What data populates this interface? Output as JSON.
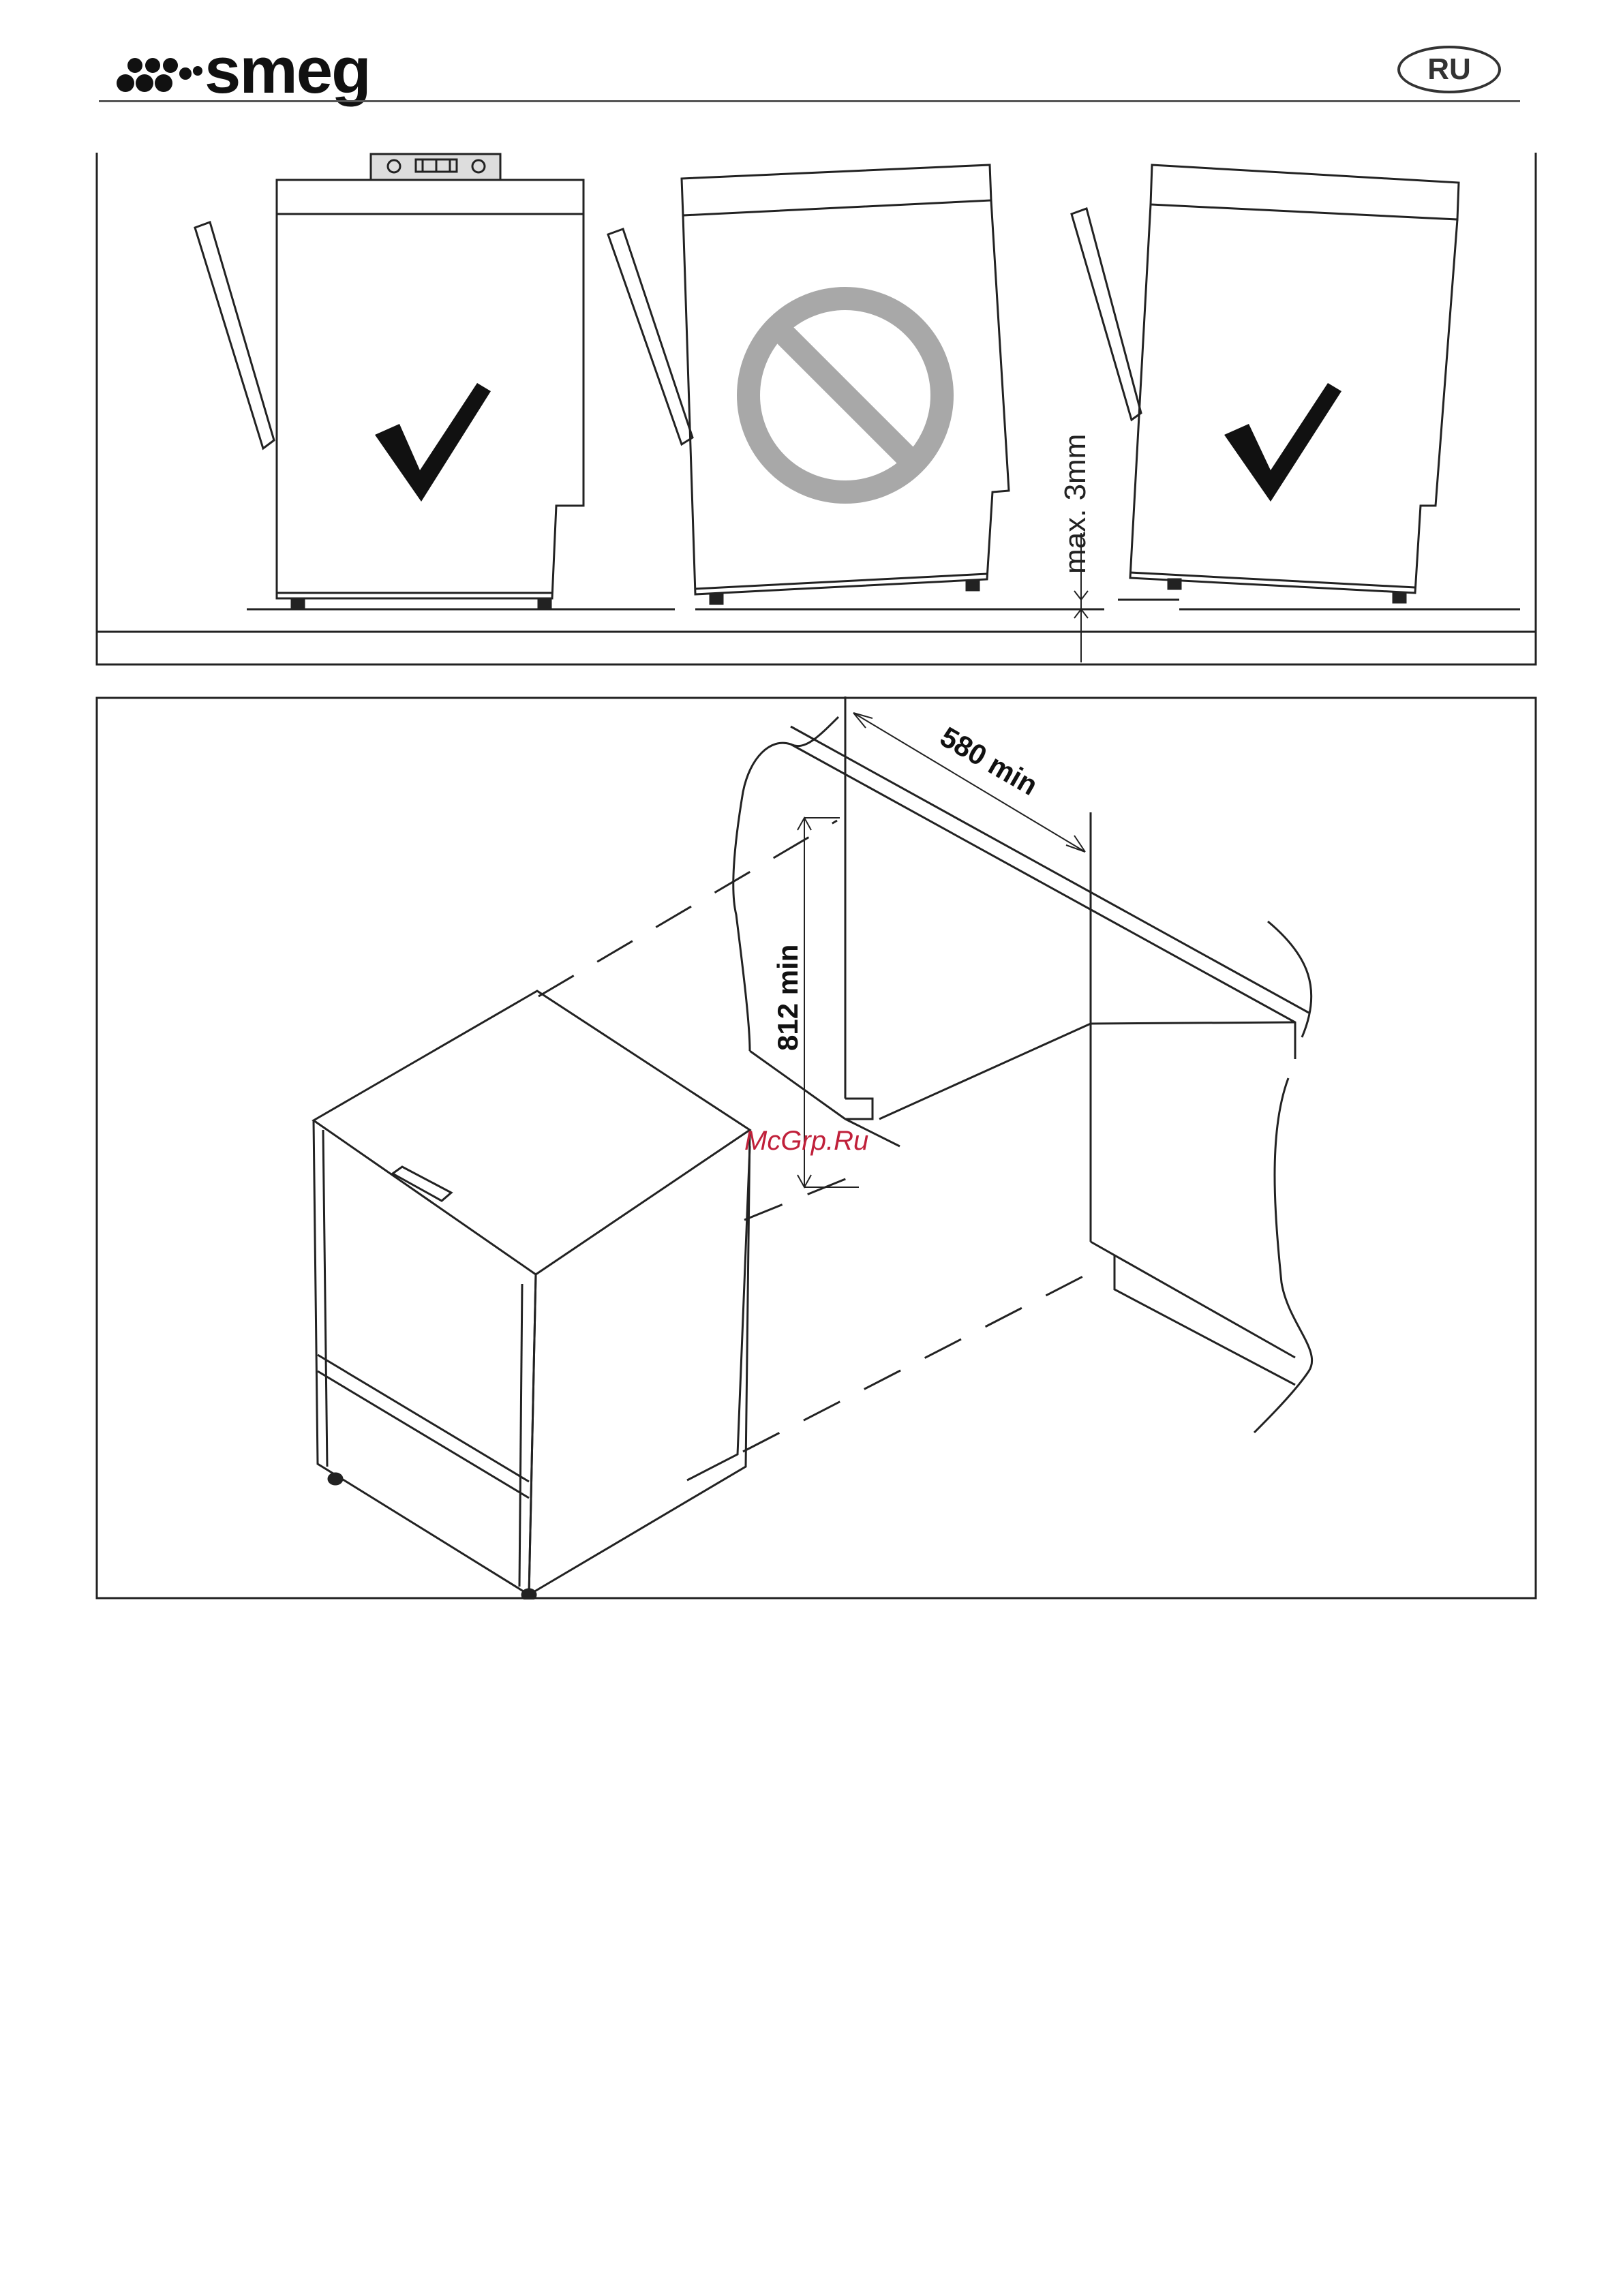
{
  "header": {
    "brand": "smeg",
    "language_badge": "RU"
  },
  "figure_top": {
    "panels": [
      {
        "status": "correct",
        "icon": "check-mark-icon"
      },
      {
        "status": "incorrect",
        "icon": "prohibited-icon"
      },
      {
        "status": "correct",
        "icon": "check-mark-icon"
      }
    ],
    "tolerance_label": "max. 3mm"
  },
  "figure_bottom": {
    "depth_label": "580 min",
    "height_label": "812 min"
  },
  "watermark": "McGrp.Ru",
  "colors": {
    "line": "#222222",
    "prohibited": "#a8a8a8",
    "watermark": "#c0203a"
  }
}
